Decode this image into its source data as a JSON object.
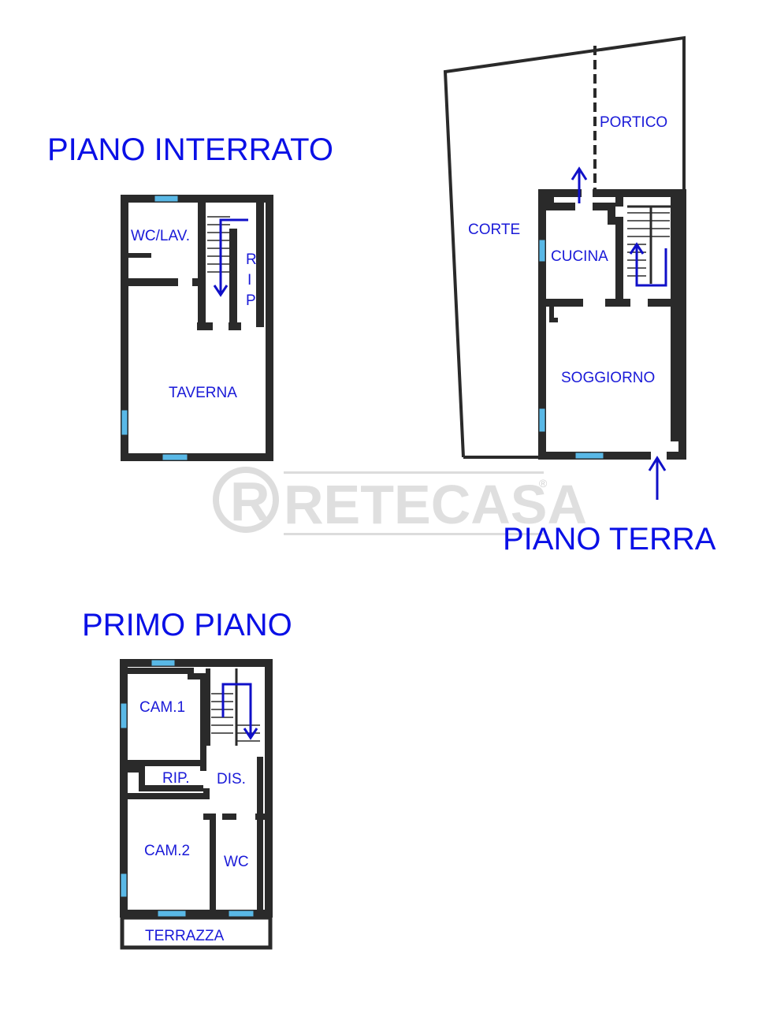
{
  "floors": {
    "interrato": {
      "title": "PIANO INTERRATO",
      "rooms": {
        "wc": "WC/LAV.",
        "rip_r": "R",
        "rip_i": "I",
        "rip_p": "P",
        "taverna": "TAVERNA"
      }
    },
    "terra": {
      "title": "PIANO TERRA",
      "rooms": {
        "portico": "PORTICO",
        "corte": "CORTE",
        "cucina": "CUCINA",
        "soggiorno": "SOGGIORNO"
      }
    },
    "primo": {
      "title": "PRIMO PIANO",
      "rooms": {
        "cam1": "CAM.1",
        "rip": "RIP.",
        "dis": "DIS.",
        "cam2": "CAM.2",
        "wc": "WC",
        "terrazza": "TERRAZZA"
      }
    }
  },
  "watermark": {
    "brand": "RETECASA",
    "letter": "R",
    "registered": "®"
  },
  "colors": {
    "labels": "#1a1ad8",
    "titles": "#0a10e6",
    "walls": "#2a2a2a",
    "windows": "#59b8e6"
  }
}
